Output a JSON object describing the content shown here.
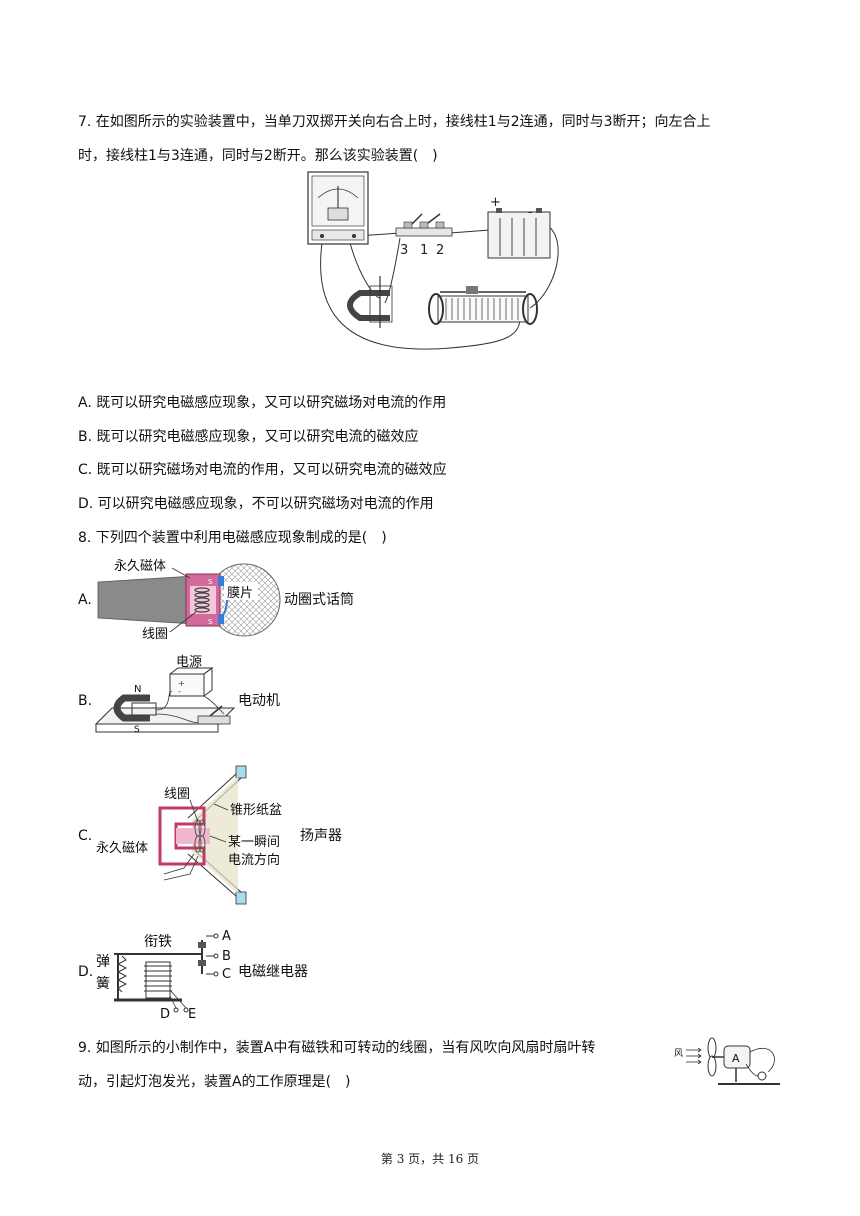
{
  "q7": {
    "line1": "7. 在如图所示的实验装置中，当单刀双掷开关向右合上时，接线柱1与2连通，同时与3断开；向左合上",
    "line2": "时，接线柱1与3连通，同时与2断开。那么该实验装置(　)",
    "figure": {
      "terminal_3": "3",
      "terminal_1": "1",
      "terminal_2": "2",
      "plus": "+",
      "minus": "-"
    },
    "options": [
      "A. 既可以研究电磁感应现象，又可以研究磁场对电流的作用",
      "B. 既可以研究电磁感应现象，又可以研究电流的磁效应",
      "C. 既可以研究磁场对电流的作用，又可以研究电流的磁效应",
      "D. 可以研究电磁感应现象，不可以研究磁场对电流的作用"
    ]
  },
  "q8": {
    "stem": "8. 下列四个装置中利用电磁感应现象制成的是(　)",
    "a": {
      "letter": "A.",
      "magnet": "永久磁体",
      "coil": "线圈",
      "diaphragm": "膜片",
      "s": "S",
      "caption": "动圈式话筒"
    },
    "b": {
      "letter": "B.",
      "power": "电源",
      "n": "N",
      "s": "S",
      "caption": "电动机"
    },
    "c": {
      "letter": "C.",
      "coil": "线圈",
      "cone": "锥形纸盆",
      "magnet": "永久磁体",
      "moment": "某一瞬间",
      "current": "电流方向",
      "caption": "扬声器"
    },
    "d": {
      "letter": "D.",
      "armature": "衔铁",
      "spring_1": "弹",
      "spring_2": "簧",
      "a": "A",
      "b": "B",
      "c": "C",
      "d": "D",
      "e": "E",
      "caption": "电磁继电器"
    }
  },
  "q9": {
    "line1": "9. 如图所示的小制作中，装置A中有磁铁和可转动的线圈，当有风吹向风扇时扇叶转",
    "line2": "动，引起灯泡发光，装置A的工作原理是(　)",
    "figure": {
      "wind": "风",
      "a": "A"
    }
  },
  "footer": "第 3 页，共 16 页"
}
